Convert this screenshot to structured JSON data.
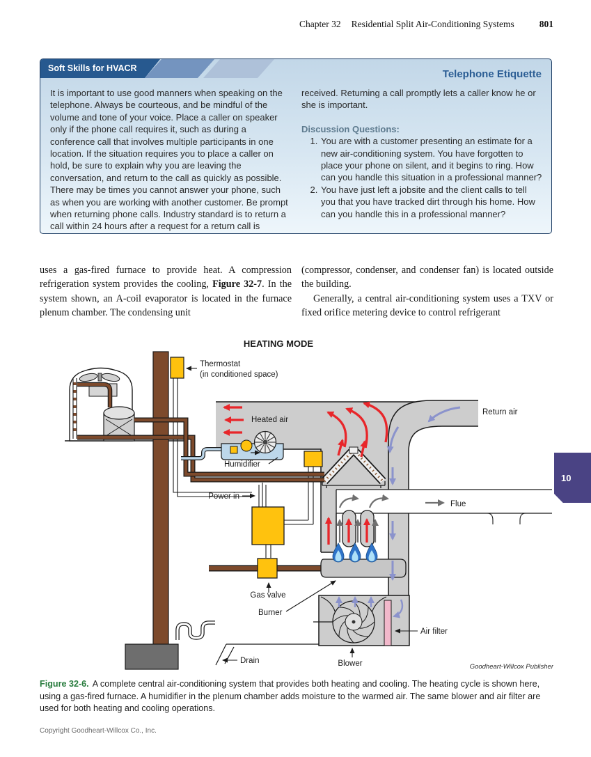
{
  "header": {
    "chapter": "Chapter 32",
    "title": "Residential Split Air-Conditioning Systems",
    "page_number": "801"
  },
  "softskills_box": {
    "banner_label": "Soft Skills for HVACR",
    "title": "Telephone Etiquette",
    "left_paragraph": "It is important to use good manners when speaking on the telephone. Always be courteous, and be mindful of the volume and tone of your voice. Place a caller on speaker only if the phone call requires it, such as during a conference call that involves multiple participants in one location. If the situation requires you to place a caller on hold, be sure to explain why you are leaving the conversation, and return to the call as quickly as possible. There may be times you cannot answer your phone, such as when you are working with another customer. Be prompt when returning phone calls. Industry standard is to return a call within 24 hours after a request for a return call is",
    "right_paragraph": "received. Returning a call promptly lets a caller know he or she is important.",
    "discussion_heading": "Discussion Questions:",
    "questions": [
      "You are with a customer presenting an estimate for a new air-conditioning system. You have forgotten to place your phone on silent, and it begins to ring. How can you handle this situation in a professional manner?",
      "You have just left a jobsite and the client calls to tell you that you have tracked dirt through his home. How can you handle this in a professional manner?"
    ]
  },
  "body_text": {
    "left_column": {
      "pre": "uses a gas-fired furnace to provide heat. A compression refrigeration system provides the cooling, ",
      "bold": "Figure 32-7",
      "post": ". In the system shown, an A-coil evaporator is located in the furnace plenum chamber. The condensing unit"
    },
    "right_column": {
      "paragraph1": "(compressor, condenser, and condenser fan) is located outside the building.",
      "paragraph2": "Generally, a central air-conditioning system uses a TXV or fixed orifice metering device to control refrigerant"
    }
  },
  "diagram": {
    "title": "HEATING MODE",
    "labels": {
      "thermostat_line1": "Thermostat",
      "thermostat_line2": "(in conditioned space)",
      "heated_air": "Heated air",
      "return_air": "Return air",
      "humidifier": "Humidifier",
      "power_in": "Power in",
      "flue": "Flue",
      "gas_valve": "Gas valve",
      "burner": "Burner",
      "drain": "Drain",
      "blower": "Blower",
      "air_filter": "Air filter"
    },
    "credit": "Goodheart-Willcox Publisher",
    "colors": {
      "duct_gray": "#cdcdcd",
      "accent_yellow": "#ffc20e",
      "pipe_brown": "#7d4a2c",
      "arrow_red": "#e8262a",
      "arrow_blue": "#8b93cc",
      "filter_pink": "#f2b8cb",
      "banner_blue": "#27598f"
    }
  },
  "caption": {
    "figure_label": "Figure 32-6.",
    "text": "A complete central air-conditioning system that provides both heating and cooling. The heating cycle is shown here, using a gas-fired furnace. A humidifier in the plenum chamber adds moisture to the warmed air. The same blower and air filter are used for both heating and cooling operations."
  },
  "footer": {
    "copyright": "Copyright Goodheart-Willcox Co., Inc."
  },
  "side_tab": {
    "label": "10"
  }
}
